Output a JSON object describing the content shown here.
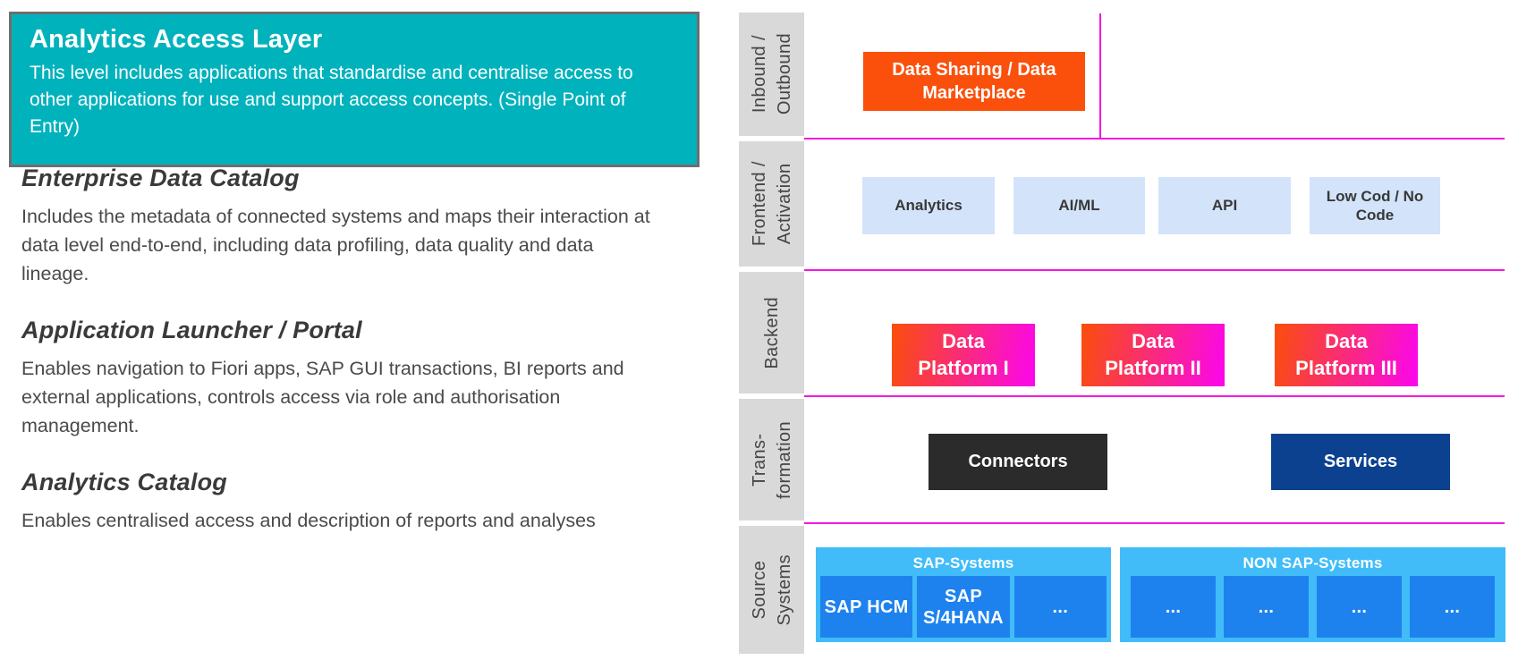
{
  "left_panel": {
    "header": {
      "title": "Analytics Access Layer",
      "description": "This level includes applications that standardise and centralise access to other applications for use and support access concepts. (Single Point of Entry)"
    },
    "sections": [
      {
        "heading": "Enterprise Data Catalog",
        "body": "Includes the metadata of connected systems and maps their interaction at data level end-to-end, including data profiling, data quality and data lineage."
      },
      {
        "heading": "Application Launcher / Portal",
        "body": "Enables navigation to Fiori apps, SAP GUI transactions, BI reports and external applications, controls access via role and authorisation management."
      },
      {
        "heading": "Analytics Catalog",
        "body": "Enables centralised access and description of reports and analyses"
      }
    ]
  },
  "diagram": {
    "row_labels": [
      {
        "label": "Inbound /\nOutbound"
      },
      {
        "label": "Frontend /\nActivation"
      },
      {
        "label": "Backend"
      },
      {
        "label": "Trans-\nformation"
      },
      {
        "label": "Source\nSystems"
      }
    ],
    "inbound": {
      "data_sharing_label": "Data Sharing / Data Marketplace"
    },
    "frontend": {
      "boxes": [
        {
          "label": "Analytics"
        },
        {
          "label": "AI/ML"
        },
        {
          "label": "API"
        },
        {
          "label": "Low Cod / No Code"
        }
      ]
    },
    "backend": {
      "boxes": [
        {
          "label": "Data\nPlatform I"
        },
        {
          "label": "Data\nPlatform II"
        },
        {
          "label": "Data\nPlatform III"
        }
      ]
    },
    "transformation": {
      "connectors_label": "Connectors",
      "services_label": "Services"
    },
    "source_systems": {
      "sap": {
        "title": "SAP-Systems",
        "items": [
          {
            "label": "SAP HCM"
          },
          {
            "label": "SAP\nS/4HANA"
          },
          {
            "label": "..."
          }
        ]
      },
      "non_sap": {
        "title": "NON SAP-Systems",
        "items": [
          {
            "label": "..."
          },
          {
            "label": "..."
          },
          {
            "label": "..."
          },
          {
            "label": "..."
          }
        ]
      }
    },
    "colors": {
      "teal": "#00b2bc",
      "orange": "#fa500c",
      "gradient_start": "#fa4e0a",
      "gradient_end": "#fb06ee",
      "light_blue": "#d3e4fa",
      "dark": "#2b2b2b",
      "navy": "#0c4190",
      "sap_container": "#41bcf9",
      "sap_inner": "#1d82ee",
      "divider": "#f318e0",
      "label_bg": "#d9d9d9"
    }
  }
}
